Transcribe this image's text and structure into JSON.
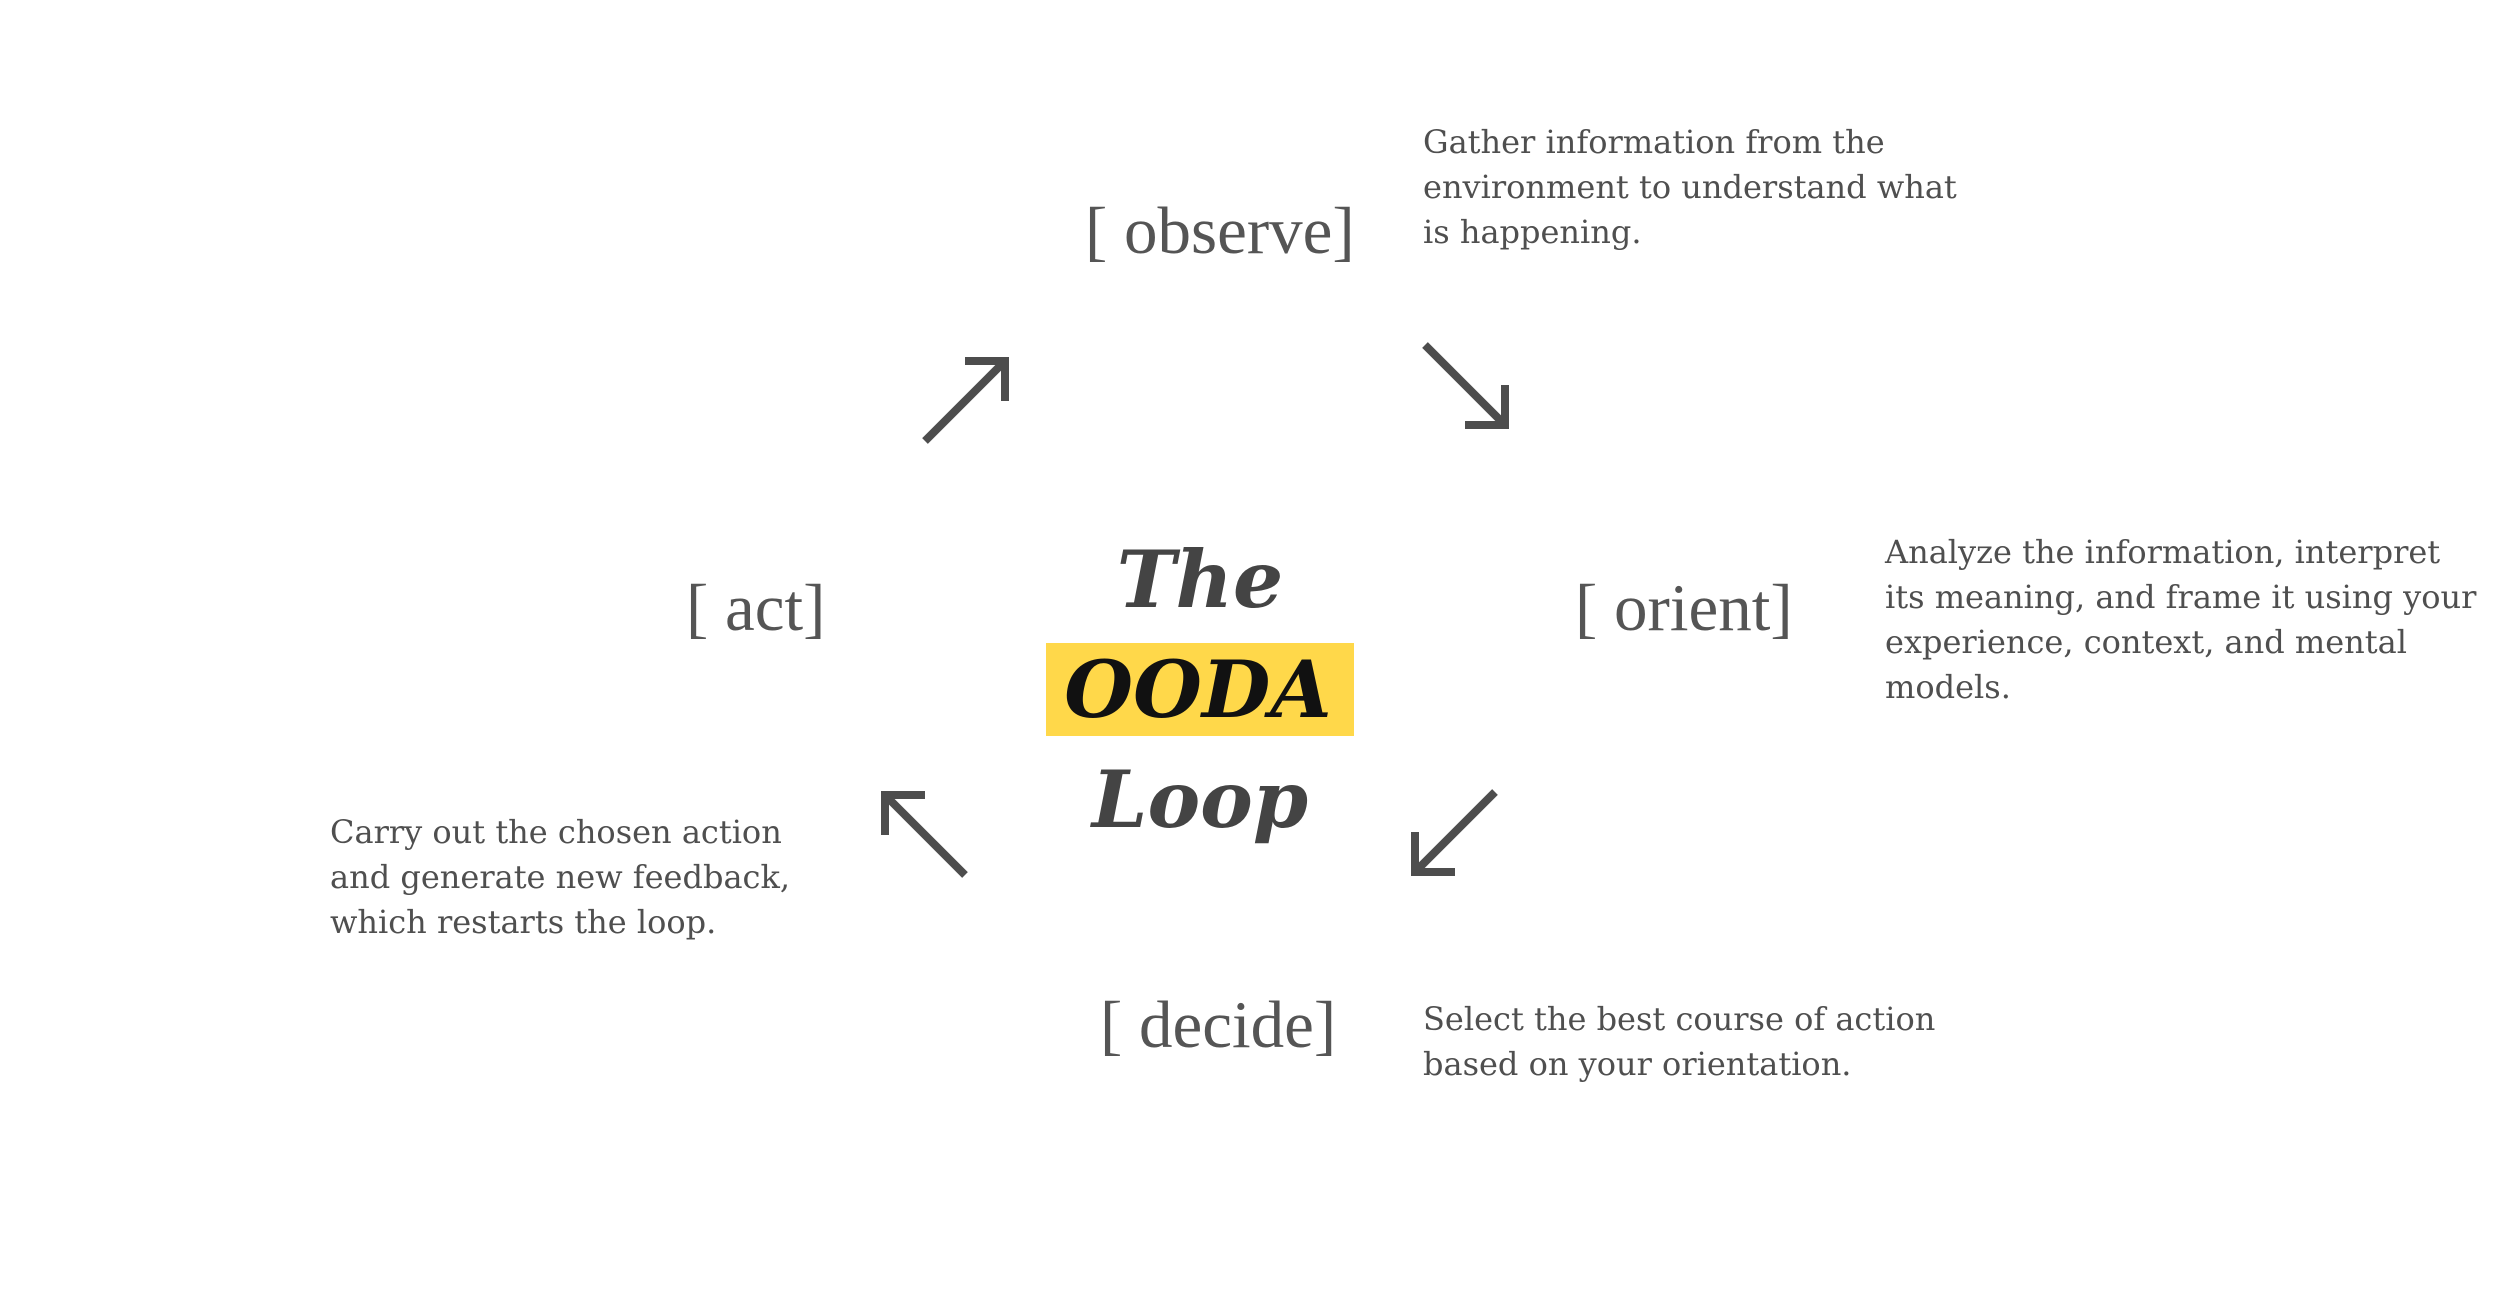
{
  "title": {
    "word1": "The",
    "highlight": "OODA",
    "word2": "Loop"
  },
  "colors": {
    "highlight": "#ffd84a",
    "arrow": "#4d4d4d",
    "text": "#4f4f4f"
  },
  "steps": {
    "observe": {
      "label": "[ observe]",
      "description": "Gather information from the environment to understand what is happening."
    },
    "orient": {
      "label": "[ orient]",
      "description": "Analyze the information, interpret its meaning, and frame it using your experience, context, and mental models."
    },
    "decide": {
      "label": "[ decide]",
      "description": "Select the best course of action based on your orientation."
    },
    "act": {
      "label": "[ act]",
      "description": "Carry out the chosen action and generate new feedback, which restarts the loop."
    }
  },
  "arrows": {
    "act_to_observe": "arrow-up-right-icon",
    "observe_to_orient": "arrow-down-right-icon",
    "orient_to_decide": "arrow-down-left-icon",
    "decide_to_act": "arrow-up-left-icon"
  }
}
